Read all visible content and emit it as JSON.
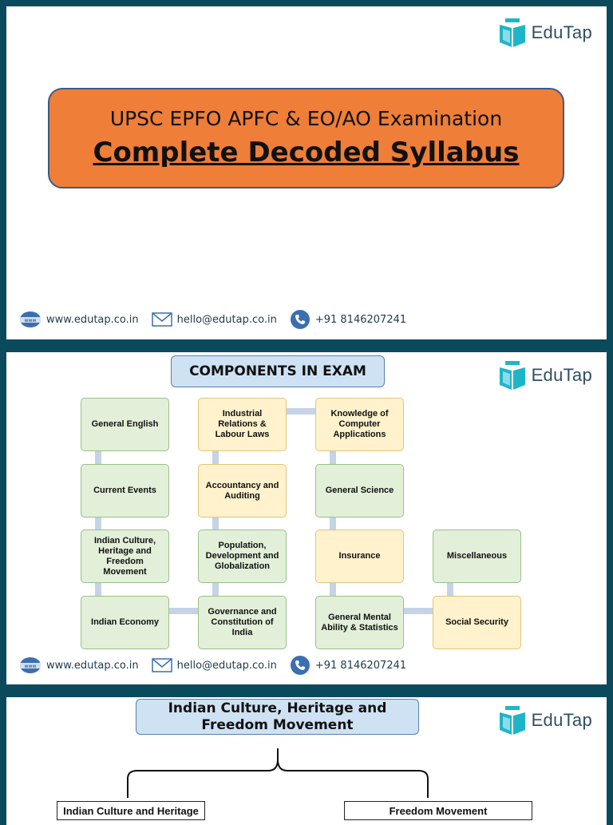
{
  "brand": {
    "name": "EduTap"
  },
  "slide1": {
    "title_line1": "UPSC EPFO APFC & EO/AO Examination",
    "title_line2": "Complete Decoded Syllabus"
  },
  "footer": {
    "website": "www.edutap.co.in",
    "email": "hello@edutap.co.in",
    "phone": "+91 8146207241",
    "web_icon_text": "www"
  },
  "slide2": {
    "title": "COMPONENTS IN EXAM",
    "components": [
      "General English",
      "Industrial Relations & Labour Laws",
      "Knowledge of Computer Applications",
      "Current Events",
      "Accountancy and Auditing",
      "General Science",
      "Indian Culture, Heritage and Freedom Movement",
      "Population, Development and Globalization",
      "Insurance",
      "Miscellaneous",
      "Indian Economy",
      "Governance and Constitution of India",
      "General Mental Ability & Statistics",
      "Social Security"
    ]
  },
  "slide3": {
    "title": "Indian Culture, Heritage and Freedom Movement",
    "left_branch": "Indian Culture and Heritage",
    "right_branch": "Freedom Movement"
  },
  "colors": {
    "background": "#0b4a5c",
    "title_box": "#ef7e38",
    "green_node": "#e2efd9",
    "yellow_node": "#fff2cc",
    "header_box": "#cfe2f3"
  }
}
